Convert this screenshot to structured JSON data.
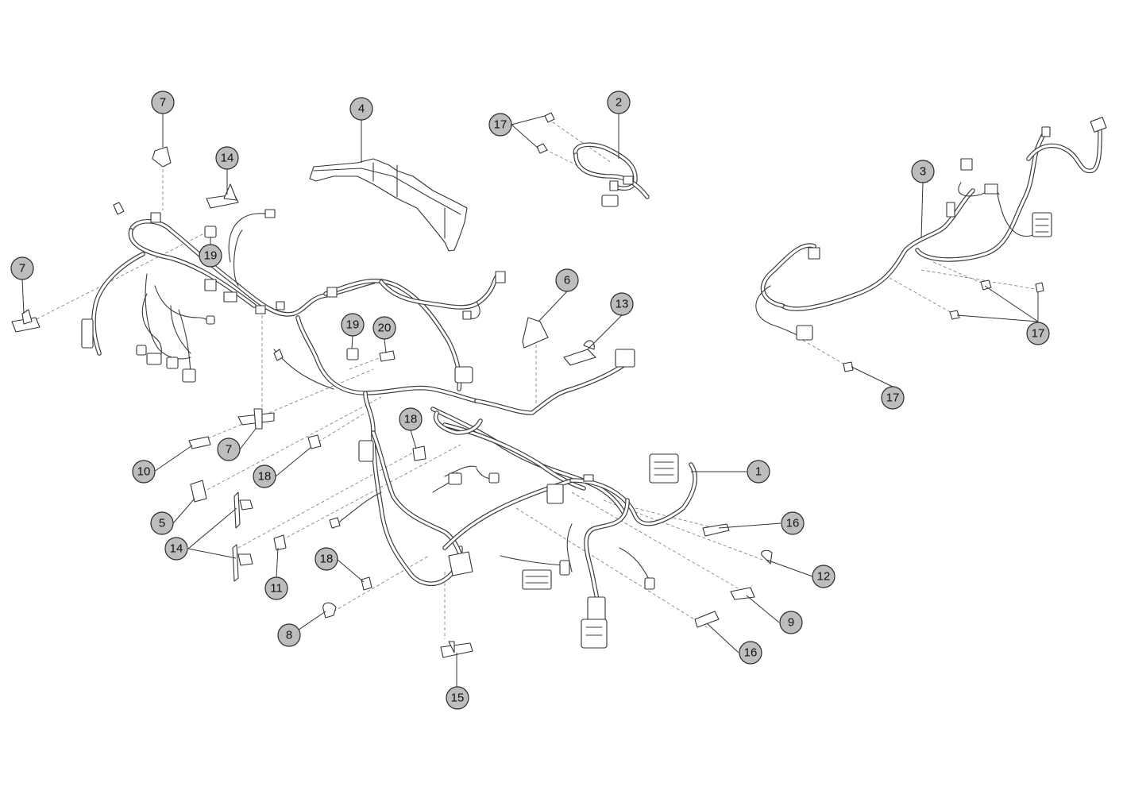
{
  "callouts": [
    {
      "id": "c1",
      "label": "1"
    },
    {
      "id": "c2",
      "label": "2"
    },
    {
      "id": "c3",
      "label": "3"
    },
    {
      "id": "c4",
      "label": "4"
    },
    {
      "id": "c5",
      "label": "5"
    },
    {
      "id": "c6",
      "label": "6"
    },
    {
      "id": "c7a",
      "label": "7"
    },
    {
      "id": "c7b",
      "label": "7"
    },
    {
      "id": "c7c",
      "label": "7"
    },
    {
      "id": "c8",
      "label": "8"
    },
    {
      "id": "c9",
      "label": "9"
    },
    {
      "id": "c10",
      "label": "10"
    },
    {
      "id": "c11",
      "label": "11"
    },
    {
      "id": "c12",
      "label": "12"
    },
    {
      "id": "c13",
      "label": "13"
    },
    {
      "id": "c14a",
      "label": "14"
    },
    {
      "id": "c14b",
      "label": "14"
    },
    {
      "id": "c15",
      "label": "15"
    },
    {
      "id": "c16a",
      "label": "16"
    },
    {
      "id": "c16b",
      "label": "16"
    },
    {
      "id": "c17a",
      "label": "17"
    },
    {
      "id": "c17b",
      "label": "17"
    },
    {
      "id": "c17c",
      "label": "17"
    },
    {
      "id": "c18a",
      "label": "18"
    },
    {
      "id": "c18b",
      "label": "18"
    },
    {
      "id": "c18c",
      "label": "18"
    },
    {
      "id": "c19a",
      "label": "19"
    },
    {
      "id": "c19b",
      "label": "19"
    },
    {
      "id": "c20",
      "label": "20"
    }
  ],
  "colors": {
    "callout_fill": "#bdbdbd",
    "line": "#333333",
    "background": "#ffffff"
  }
}
